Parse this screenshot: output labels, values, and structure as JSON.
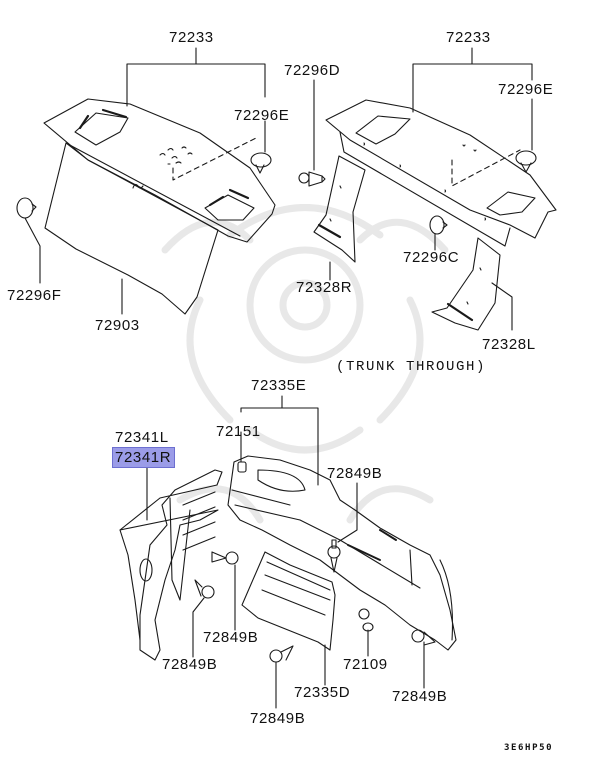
{
  "diagram": {
    "colors": {
      "line": "#1a1a1a",
      "highlight_bg": "#9b9ce8",
      "highlight_border": "#6d6fd0",
      "watermark": "#e6e6e6"
    },
    "labels": {
      "l_72233_a": "72233",
      "l_72296E_a": "72296E",
      "l_72296F": "72296F",
      "l_72903": "72903",
      "l_72296D": "72296D",
      "l_72233_b": "72233",
      "l_72296E_b": "72296E",
      "l_72296C": "72296C",
      "l_72328R": "72328R",
      "l_72328L": "72328L",
      "trunk_through": "(TRUNK THROUGH)",
      "l_72335E": "72335E",
      "l_72341L": "72341L",
      "l_72341R": "72341R",
      "l_72151": "72151",
      "l_72849B_a": "72849B",
      "l_72849B_b": "72849B",
      "l_72849B_c": "72849B",
      "l_72849B_d": "72849B",
      "l_72849B_e": "72849B",
      "l_72109": "72109",
      "l_72335D": "72335D",
      "diagram_code": "3E6HP50"
    },
    "highlighted_part": "72341R",
    "groups": [
      {
        "name": "rear-shelf-standard",
        "parts": [
          "72233",
          "72296E",
          "72296F",
          "72903"
        ]
      },
      {
        "name": "rear-shelf-trunk-through",
        "caption": "(TRUNK THROUGH)",
        "parts": [
          "72233",
          "72296D",
          "72296E",
          "72296C",
          "72328R",
          "72328L"
        ]
      },
      {
        "name": "trunk-trim",
        "parts": [
          "72335E",
          "72341L",
          "72341R",
          "72151",
          "72849B",
          "72109",
          "72335D"
        ]
      }
    ]
  }
}
